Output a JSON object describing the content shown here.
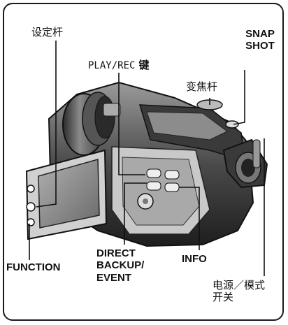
{
  "labels": {
    "setting_lever": "设定杆",
    "play_rec_prefix": "PLAY/REC",
    "play_rec_suffix": "键",
    "snap_line1": "SNAP",
    "snap_line2": "SHOT",
    "zoom_lever": "变焦杆",
    "direct_line1": "DIRECT",
    "direct_line2": "BACKUP/",
    "direct_line3": "EVENT",
    "function": "FUNCTION",
    "info": "INFO",
    "power_line1": "电源／模式",
    "power_line2": "开关"
  },
  "colors": {
    "frame": "#1a1a1a",
    "body_dark": "#2b2b2b",
    "body_mid": "#6e6e6e",
    "body_light": "#b9b9b9",
    "screen": "#8a8a8a"
  }
}
